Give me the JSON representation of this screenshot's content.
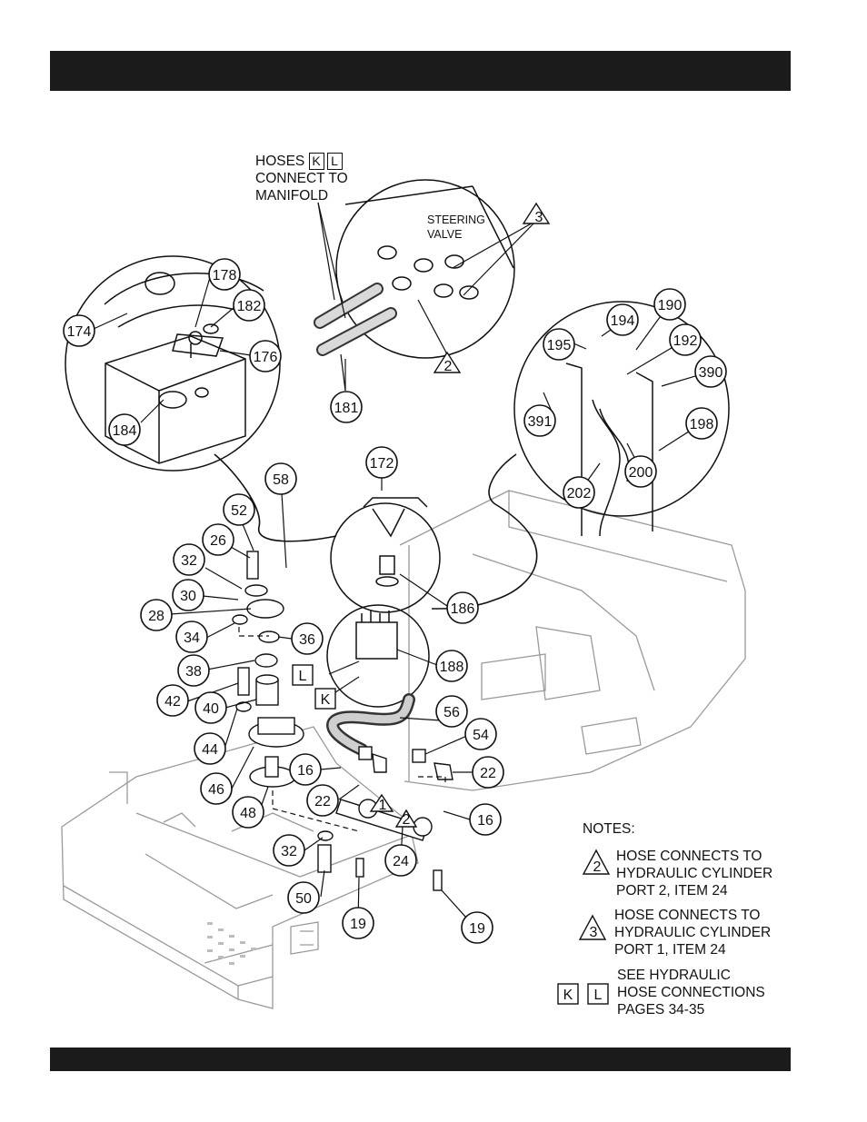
{
  "header": {
    "title": ""
  },
  "callouts": {
    "hoses_kl": [
      "HOSES",
      "CONNECT TO",
      "MANIFOLD"
    ],
    "steering_valve": [
      "STEERING",
      "VALVE"
    ],
    "notes_title": "NOTES:",
    "note2": [
      "HOSE CONNECTS TO",
      "HYDRAULIC CYLINDER",
      "PORT 2, ITEM 24"
    ],
    "note3": [
      "HOSE CONNECTS TO",
      "HYDRAULIC CYLINDER",
      "PORT 1, ITEM 24"
    ],
    "notekl": [
      "SEE HYDRAULIC",
      "HOSE CONNECTIONS",
      "PAGES 34-35"
    ]
  },
  "markers": {
    "two": "2",
    "three": "3",
    "one": "1",
    "k": "K",
    "l": "L"
  },
  "part_labels": [
    "174",
    "178",
    "182",
    "176",
    "184",
    "181",
    "172",
    "58",
    "52",
    "26",
    "32",
    "30",
    "28",
    "34",
    "36",
    "38",
    "42",
    "40",
    "44",
    "46",
    "48",
    "16",
    "22",
    "56",
    "54",
    "186",
    "188",
    "24",
    "50",
    "19",
    "195",
    "194",
    "190",
    "192",
    "390",
    "391",
    "198",
    "200",
    "202"
  ]
}
